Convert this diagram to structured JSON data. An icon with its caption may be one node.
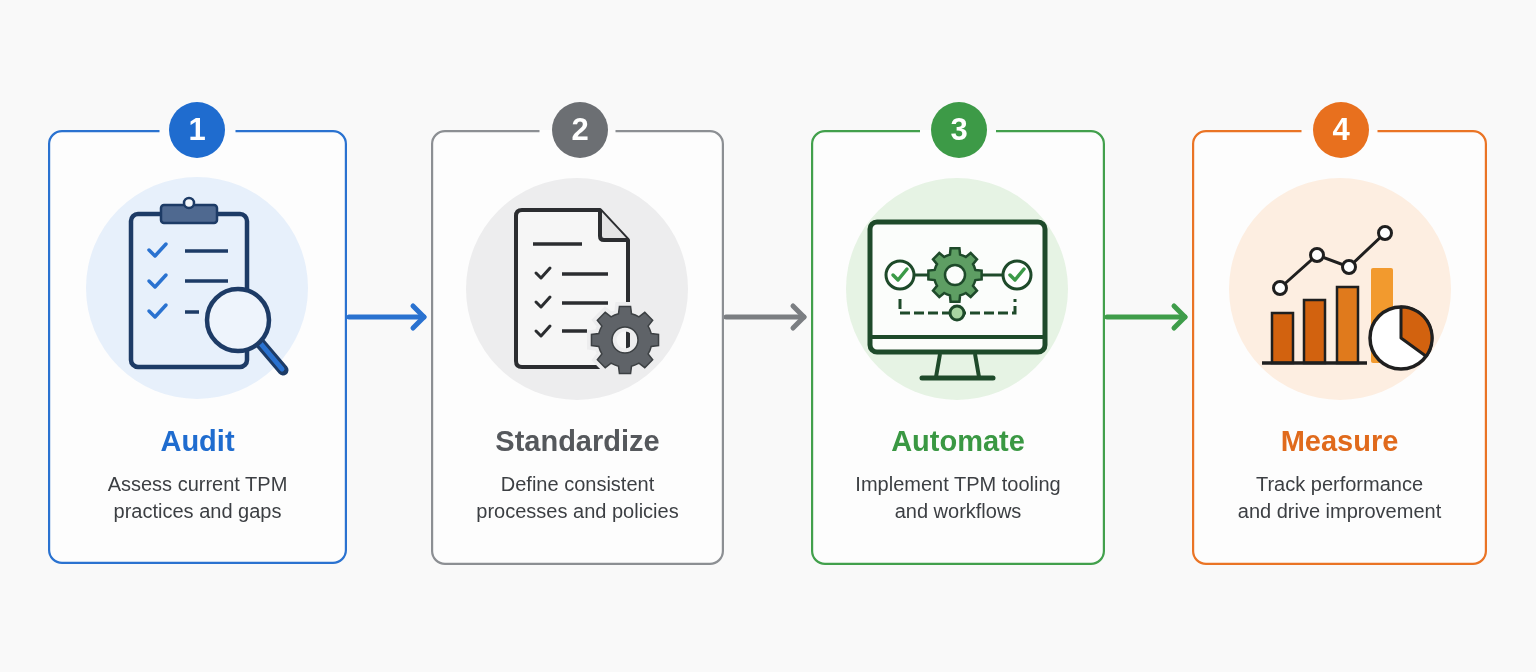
{
  "diagram": {
    "nodes": [
      {
        "text": [
          "1"
        ]
      },
      {
        "text": [
          "Audit",
          "Assess current TPM practices and gaps"
        ]
      },
      {
        "text": [
          "2"
        ]
      },
      {
        "text": [
          "Standardize",
          "Define consistent processes and policies"
        ]
      },
      {
        "text": [
          "3"
        ]
      },
      {
        "text": [
          "Automate",
          "Implement TPM tooling and workflows"
        ]
      },
      {
        "text": [
          "4"
        ]
      },
      {
        "text": [
          "Measure",
          "Track performance and drive improvement"
        ]
      }
    ],
    "edges": [
      {
        "from": 1,
        "to": 3,
        "arrow": "to",
        "color": "#2a72d0"
      },
      {
        "from": 3,
        "to": 5,
        "arrow": "to",
        "color": "#7b7e82"
      },
      {
        "from": 5,
        "to": 7,
        "arrow": "to",
        "color": "#3f9d4a"
      }
    ]
  }
}
